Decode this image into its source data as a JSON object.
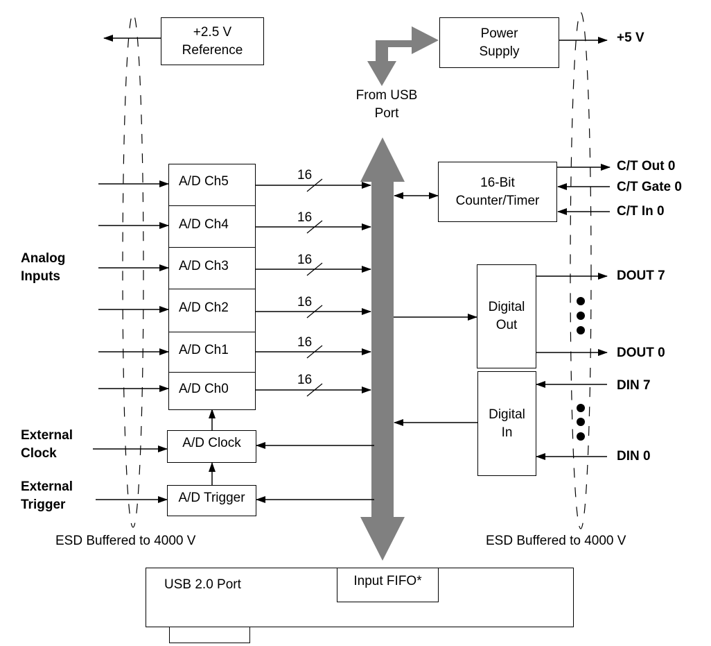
{
  "blocks": {
    "reference": {
      "line1": "+2.5 V",
      "line2": "Reference"
    },
    "power_supply": {
      "line1": "Power",
      "line2": "Supply"
    },
    "counter_timer": {
      "line1": "16-Bit",
      "line2": "Counter/Timer"
    },
    "ad_channels": [
      "A/D Ch5",
      "A/D Ch4",
      "A/D Ch3",
      "A/D Ch2",
      "A/D Ch1",
      "A/D Ch0"
    ],
    "ad_clock": "A/D Clock",
    "ad_trigger": "A/D Trigger",
    "digital_out": {
      "line1": "Digital",
      "line2": "Out"
    },
    "digital_in": {
      "line1": "Digital",
      "line2": "In"
    },
    "usb_port": "USB 2.0 Port",
    "input_fifo": "Input FIFO*"
  },
  "labels": {
    "from_usb": {
      "line1": "From USB",
      "line2": "Port"
    },
    "plus5v": "+5 V",
    "analog_inputs": {
      "line1": "Analog",
      "line2": "Inputs"
    },
    "external_clock": {
      "line1": "External",
      "line2": "Clock"
    },
    "external_trigger": {
      "line1": "External",
      "line2": "Trigger"
    },
    "esd_left": "ESD Buffered to 4000 V",
    "esd_right": "ESD Buffered to 4000 V",
    "bus_width": "16"
  },
  "signals": {
    "ct_out": "C/T Out 0",
    "ct_gate": "C/T Gate 0",
    "ct_in": "C/T In 0",
    "dout7": "DOUT 7",
    "dout0": "DOUT 0",
    "din7": "DIN 7",
    "din0": "DIN 0"
  },
  "colors": {
    "bus": "#808080",
    "line": "#000000"
  }
}
